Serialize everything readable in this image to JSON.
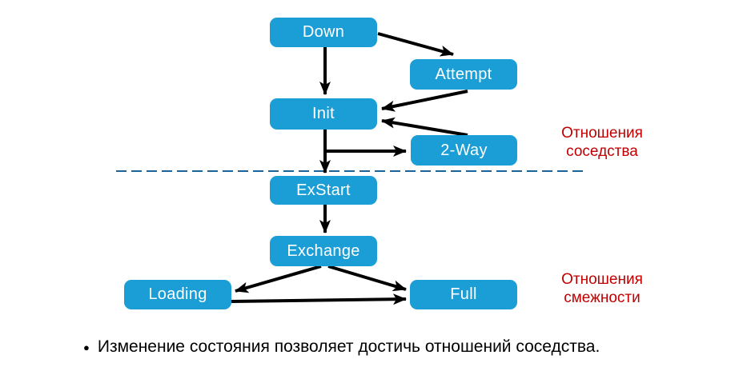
{
  "nodes": {
    "down": "Down",
    "attempt": "Attempt",
    "init": "Init",
    "two_way": "2-Way",
    "exstart": "ExStart",
    "exchange": "Exchange",
    "loading": "Loading",
    "full": "Full"
  },
  "captions": {
    "neighbor": {
      "line1": "Отношения",
      "line2": "соседства"
    },
    "adjacency": {
      "line1": "Отношения",
      "line2": "смежности"
    }
  },
  "footer": {
    "bullet": "●",
    "text": "Изменение состояния позволяет достичь отношений соседства."
  },
  "colors": {
    "node_fill": "#1B9ED6",
    "node_text": "#FFFFFF",
    "caption_text": "#C00000",
    "divider": "#1C6399",
    "arrow": "#000000",
    "background": "#FFFFFF"
  }
}
